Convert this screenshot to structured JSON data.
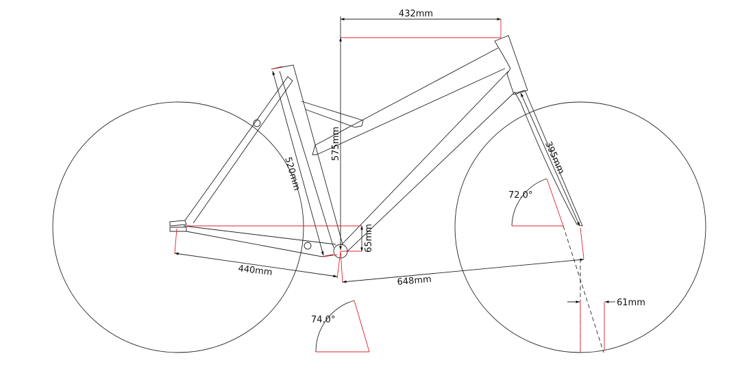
{
  "dimensions": {
    "reach": "432mm",
    "stack": "575mm",
    "seat_tube": "520mm",
    "bb_drop": "65mm",
    "chainstay": "440mm",
    "front_center": "648mm",
    "fork_length": "395mm",
    "head_angle": "72.0°",
    "seat_angle": "74.0°",
    "offset": "61mm"
  },
  "colors": {
    "line": "#222222",
    "reference": "#e0202a"
  }
}
